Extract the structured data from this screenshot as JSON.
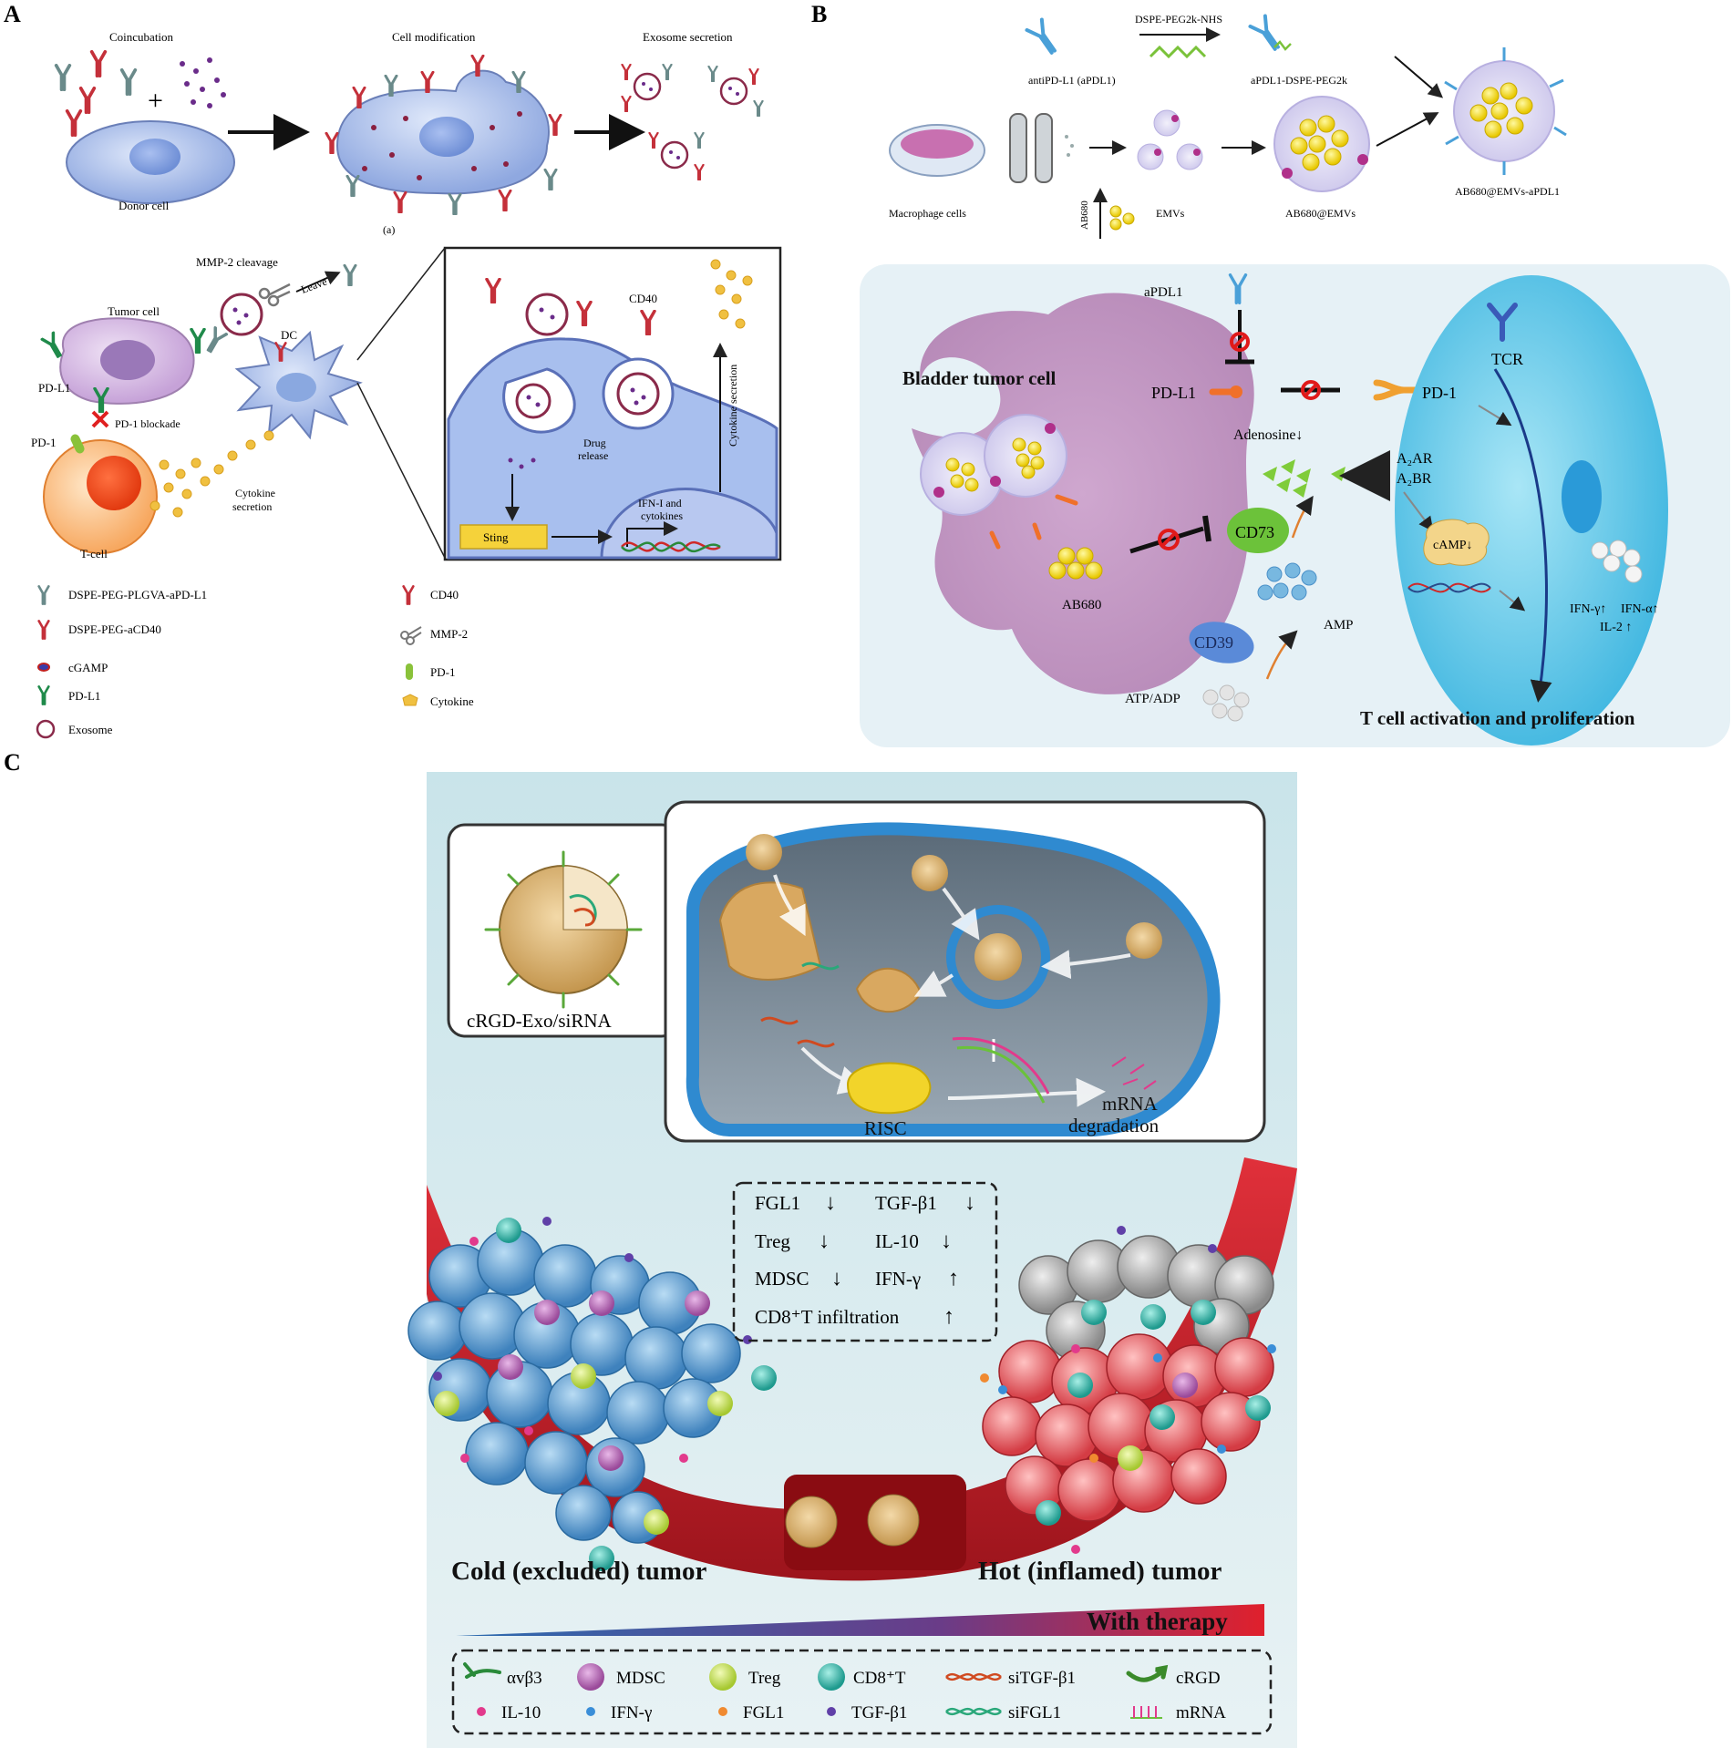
{
  "panel_a": {
    "letter": "A",
    "top": {
      "coincubation": "Coincubation",
      "plus": "+",
      "donor_cell": "Donor cell",
      "cell_modification": "Cell modification",
      "exosome_secretion": "Exosome secretion",
      "caption": "(a)"
    },
    "bottom": {
      "mmp2_cleavage": "MMP-2 cleavage",
      "leave": "Leave",
      "tumor_cell": "Tumor cell",
      "dc": "DC",
      "pdl1": "PD-L1",
      "pd1_blockade": "PD-1 blockade",
      "pd1": "PD-1",
      "tcell": "T-cell",
      "cytokine_secretion_1": "Cytokine",
      "cytokine_secretion_2": "secretion",
      "cd40": "CD40",
      "drug_release_1": "Drug",
      "drug_release_2": "release",
      "cytokine_secretion_v": "Cytokine secretion",
      "ifn_1": "IFN-I and",
      "ifn_2": "cytokines",
      "sting": "Sting"
    },
    "legend": [
      {
        "label": "DSPE-PEG-PLGVA-aPD-L1"
      },
      {
        "label": "DSPE-PEG-aCD40"
      },
      {
        "label": "cGAMP"
      },
      {
        "label": "PD-L1"
      },
      {
        "label": "Exosome"
      },
      {
        "label": "CD40"
      },
      {
        "label": "MMP-2"
      },
      {
        "label": "PD-1"
      },
      {
        "label": "Cytokine"
      }
    ]
  },
  "panel_b": {
    "letter": "B",
    "top": {
      "dspe_reagent": "DSPE-PEG2k-NHS",
      "anti_pdl1": "antiPD-L1 (aPDL1)",
      "apdl1_dspe": "aPDL1-DSPE-PEG2k",
      "macrophage": "Macrophage cells",
      "ab680": "AB680",
      "emvs": "EMVs",
      "ab680_emvs": "AB680@EMVs",
      "ab680_emvs_apdl1": "AB680@EMVs-aPDL1"
    },
    "bottom": {
      "apdl1": "aPDL1",
      "bladder_tumor_cell": "Bladder tumor cell",
      "pdl1": "PD-L1",
      "adenosine": "Adenosine↓",
      "cd73": "CD73",
      "ab680": "AB680",
      "amp": "AMP",
      "cd39": "CD39",
      "atp_adp": "ATP/ADP",
      "tcr": "TCR",
      "pd1": "PD-1",
      "a2ar": "A₂AR",
      "a2br": "A₂BR",
      "camp": "cAMP↓",
      "ifn_g": "IFN-γ↑",
      "ifn_a": "IFN-α↑",
      "il2": "IL-2 ↑",
      "t_activation": "T cell activation and proliferation"
    }
  },
  "panel_c": {
    "letter": "C",
    "exo_label": "cRGD-Exo/siRNA",
    "risc": "RISC",
    "mrna_deg_1": "mRNA",
    "mrna_deg_2": "degradation",
    "effects": [
      {
        "label": "FGL1",
        "arrow": "↓"
      },
      {
        "label": "TGF-β1",
        "arrow": "↓"
      },
      {
        "label": "Treg",
        "arrow": "↓"
      },
      {
        "label": "IL-10",
        "arrow": "↓"
      },
      {
        "label": "MDSC",
        "arrow": "↓"
      },
      {
        "label": "IFN-γ",
        "arrow": "↑"
      },
      {
        "label": "CD8⁺T infiltration",
        "arrow": "↑"
      }
    ],
    "cold_tumor": "Cold (excluded) tumor",
    "hot_tumor": "Hot (inflamed) tumor",
    "with_therapy": "With therapy",
    "legend": [
      {
        "label": "αvβ3"
      },
      {
        "label": "MDSC"
      },
      {
        "label": "Treg"
      },
      {
        "label": "CD8⁺T"
      },
      {
        "label": "siTGF-β1"
      },
      {
        "label": "cRGD"
      },
      {
        "label": "IL-10"
      },
      {
        "label": "IFN-γ"
      },
      {
        "label": "FGL1"
      },
      {
        "label": "TGF-β1"
      },
      {
        "label": "siFGL1"
      },
      {
        "label": "mRNA"
      }
    ],
    "colors": {
      "cold_tumor": "#4a90c2",
      "hot_tumor": "#d9434a",
      "vessel": "#c8202a",
      "background": "#d6e9ee",
      "mdsc": "#b05ab0",
      "treg": "#bcd84a",
      "cd8t": "#2fb3a6",
      "il10": "#e23a8c",
      "ifng": "#3a8ed8",
      "fgl1": "#f08a30",
      "tgfb1": "#6040a8"
    }
  }
}
